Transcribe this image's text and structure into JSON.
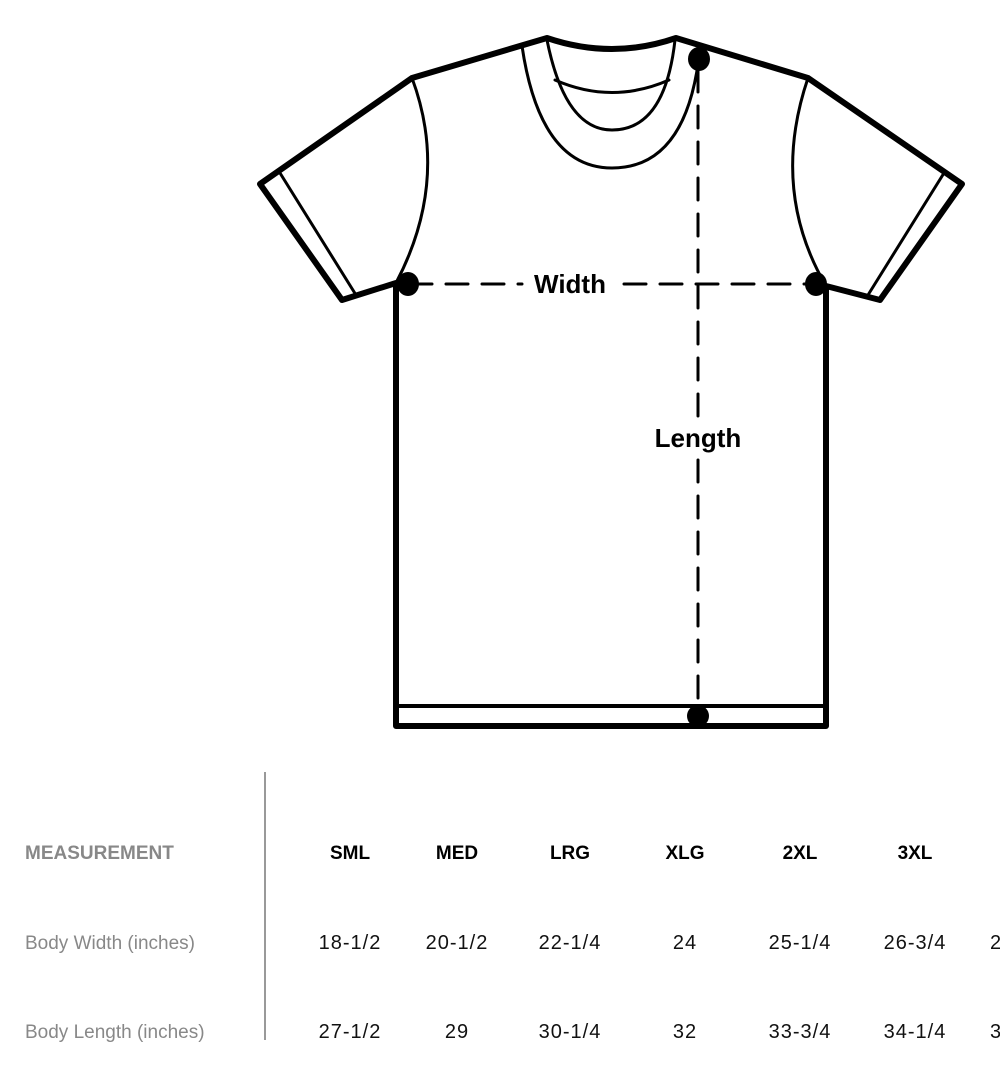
{
  "diagram": {
    "width_label": "Width",
    "length_label": "Length"
  },
  "table": {
    "header_label": "MEASUREMENT",
    "sizes": [
      "SML",
      "MED",
      "LRG",
      "XLG",
      "2XL",
      "3XL",
      ""
    ],
    "rows": [
      {
        "label": "Body Width (inches)",
        "values": [
          "18-1/2",
          "20-1/2",
          "22-1/4",
          "24",
          "25-1/4",
          "26-3/4",
          "2"
        ]
      },
      {
        "label": "Body Length (inches)",
        "values": [
          "27-1/2",
          "29",
          "30-1/4",
          "32",
          "33-3/4",
          "34-1/4",
          "3"
        ]
      }
    ]
  }
}
